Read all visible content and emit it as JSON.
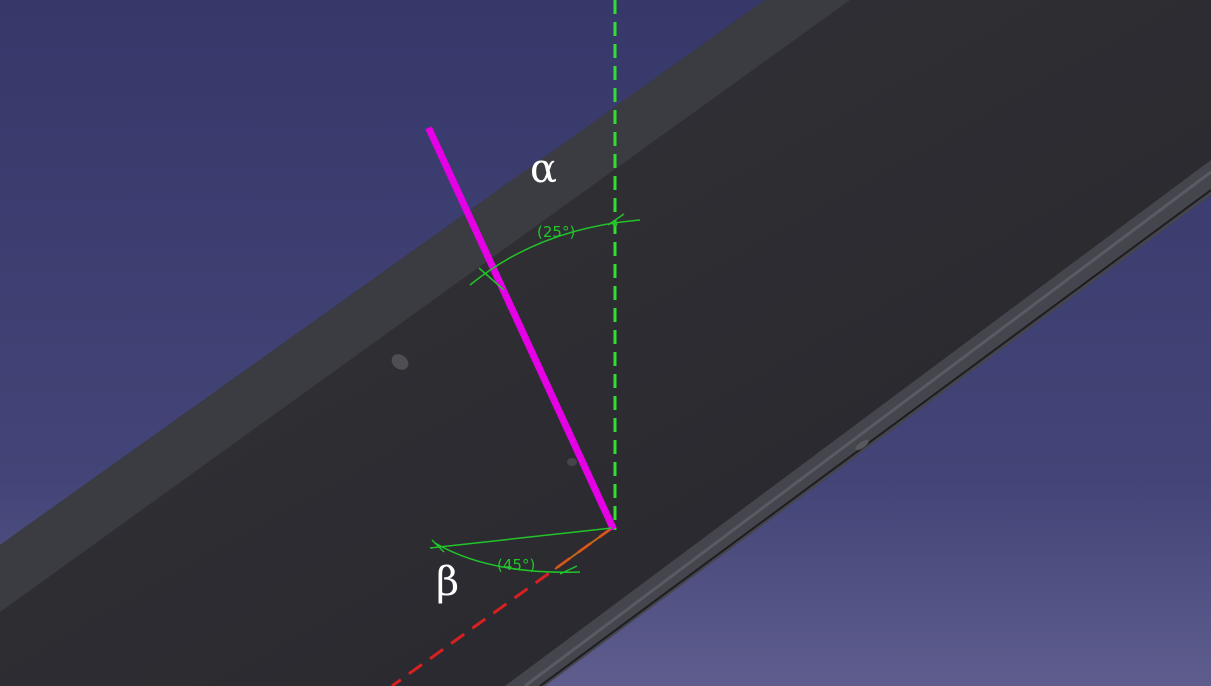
{
  "viewport": {
    "background_top": "#3a3a6a",
    "background_bottom": "#5a5a8a"
  },
  "labels": {
    "alpha": "α",
    "beta": "β"
  },
  "dimensions": {
    "alpha_angle": "(25°)",
    "beta_angle": "(45°)"
  },
  "colors": {
    "beam": "#2b2b33",
    "vertical_axis": "#33dd33",
    "inclined_axis": "#dd2222",
    "direction_line": "#e600e6",
    "dimension": "#22c42a"
  }
}
